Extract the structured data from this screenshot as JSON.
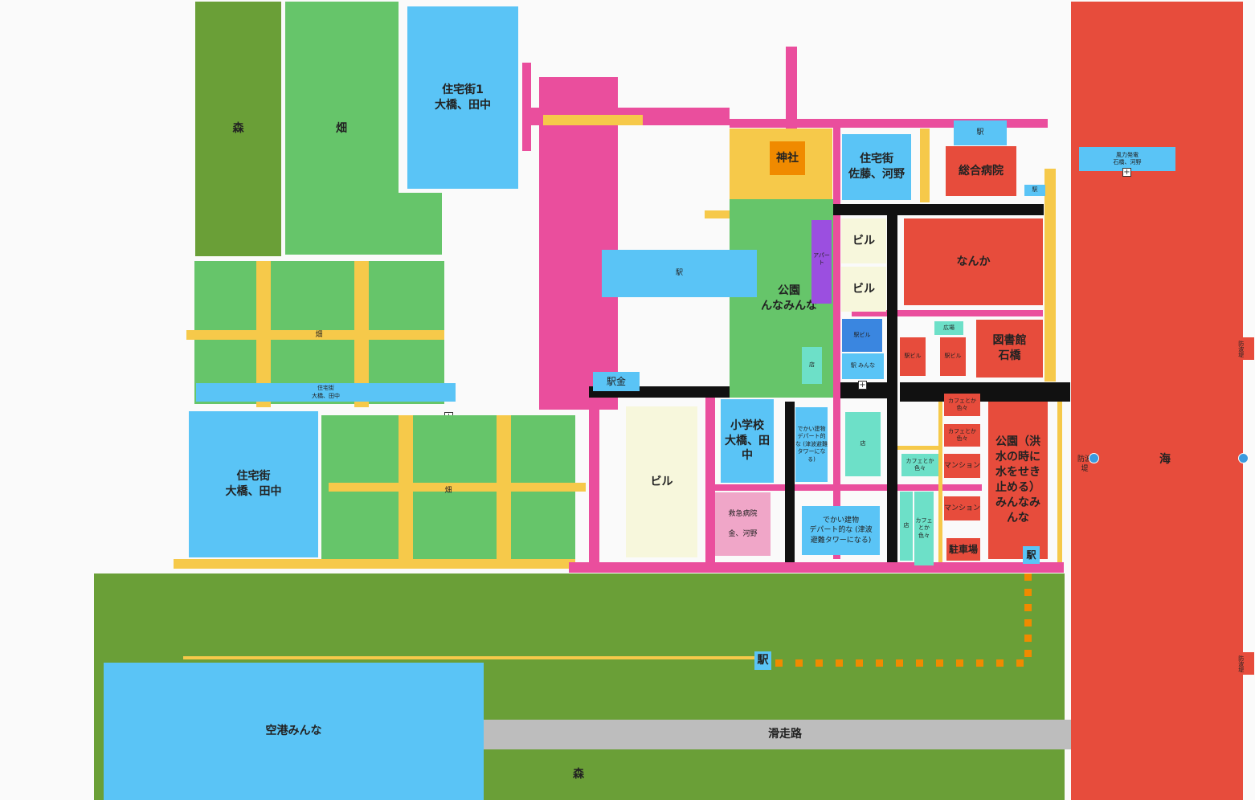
{
  "labels": {
    "forest_top": "森",
    "field_top": "畑",
    "residential1": "住宅街1\n大橋、田中",
    "shrine": "神社",
    "residential_sato": "住宅街\n佐藤、河野",
    "station_top": "駅",
    "general_hospital": "総合病院",
    "wind_power": "風力発電\n石橋、河野",
    "station_small": "駅",
    "building1": "ビル",
    "building2": "ビル",
    "nanka": "なんか",
    "park_minna": "公園\nんなみんな",
    "apart": "アパート",
    "station_mid": "駅",
    "field_mid_label": "畑",
    "residential_strip": "住宅街\n大橋、田中",
    "station_bldg1": "駅ビル",
    "station_minna": "駅 みんな",
    "plaza": "広場",
    "station_bldg2": "駅ビル",
    "station_bldg3": "駅ビル",
    "library": "図書館\n石橋",
    "shop1": "店",
    "station_kane": "駅金",
    "elementary": "小学校\n大橋、田\n中",
    "big_building_v": "でかい建物デパート的な (津波避難タワーになる)",
    "shop2": "店",
    "cafe1": "カフェとか色々",
    "cafe2": "カフェとか色々",
    "cafe3": "カフェとか色々",
    "mansion1": "マンション",
    "mansion2": "マンション",
    "park_flood": "公園（洪水の時に水をせき止める）みんなみんな",
    "residential_left": "住宅街\n大橋、田中",
    "field_bottom_label": "畑",
    "building_tall": "ビル",
    "emergency_hospital": "救急病院\n\n金、河野",
    "big_building_h": "でかい建物\nデパート的な (津波\n避難タワーになる)",
    "shop3": "店",
    "cafe_v": "カフェとか色々",
    "parking": "駐車場",
    "station_bottom_right": "駅",
    "sea": "海",
    "seawall_left": "防波堤",
    "seawall_right1": "防波堤",
    "seawall_right2": "防波堤",
    "station_lower": "駅",
    "airport": "空港みんな",
    "runway": "滑走路",
    "forest_bottom": "森"
  },
  "colors": {
    "blue": "#5ac4f6",
    "green": "#66c56a",
    "dark_green": "#6a9f37",
    "pink": "#ea4e9d",
    "red": "#e74c3c",
    "yellow": "#f6c94a",
    "orange": "#f08a00"
  },
  "icons": {
    "marker": "plus-square-icon",
    "pin": "circle-pin-icon"
  }
}
